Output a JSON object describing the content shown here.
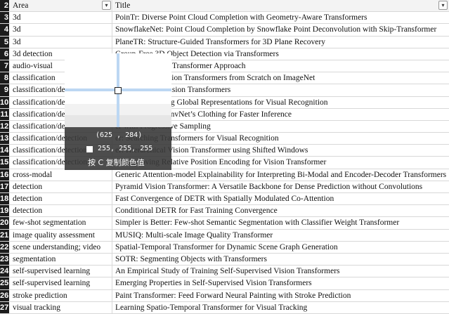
{
  "header": {
    "row_number": "2",
    "area_label": "Area",
    "title_label": "Title",
    "filter_icon": "dropdown-filter-icon"
  },
  "rows": [
    {
      "num": "3",
      "area": "3d",
      "title": "PoinTr: Diverse Point Cloud Completion with Geometry-Aware Transformers"
    },
    {
      "num": "4",
      "area": "3d",
      "title": "SnowflakeNet: Point Cloud Completion by Snowflake Point Deconvolution with Skip-Transformer"
    },
    {
      "num": "5",
      "area": "3d",
      "title": "PlaneTR: Structure-Guided Transformers for 3D Plane Recovery"
    },
    {
      "num": "6",
      "area": "3d detection",
      "title": "Group-Free 3D Object Detection via Transformers"
    },
    {
      "num": "7",
      "area": "audio-visual",
      "title": "An Audio-Visual Transformer Approach"
    },
    {
      "num": "8",
      "area": "classification",
      "title": "ViT: Training Vision Transformers from Scratch on ImageNet"
    },
    {
      "num": "9",
      "area": "classification/de",
      "title": "Dimensions of Vision Transformers"
    },
    {
      "num": "10",
      "area": "classification/de",
      "title": "Features Coupling Global Representations for Visual Recognition"
    },
    {
      "num": "11",
      "area": "classification/de",
      "title": "ransformer in ConvNet’s Clothing for Faster Inference"
    },
    {
      "num": "12",
      "area": "classification/de",
      "title": "er with Progressive Sampling"
    },
    {
      "num": "13",
      "area": "classification/detection",
      "title": "er: Searching Transformers for Visual Recognition"
    },
    {
      "num": "14",
      "area": "classification/detection",
      "title": "er: Hierarchical Vision Transformer using Shifted Windows"
    },
    {
      "num": "15",
      "area": "classification/detection",
      "title": "nd Improving Relative Position Encoding for Vision Transformer"
    },
    {
      "num": "16",
      "area": "cross-modal",
      "title": "Generic Attention-model Explainability for Interpreting Bi-Modal and Encoder-Decoder Transformers"
    },
    {
      "num": "17",
      "area": "detection",
      "title": "Pyramid Vision Transformer: A Versatile Backbone for Dense Prediction without Convolutions"
    },
    {
      "num": "18",
      "area": "detection",
      "title": "Fast Convergence of DETR with Spatially Modulated Co-Attention"
    },
    {
      "num": "19",
      "area": "detection",
      "title": "Conditional DETR for Fast Training Convergence"
    },
    {
      "num": "20",
      "area": "few-shot segmentation",
      "title": "Simpler is Better: Few-shot Semantic Segmentation with Classifier Weight Transformer"
    },
    {
      "num": "21",
      "area": "image quality assessment",
      "title": "MUSIQ: Multi-scale Image Quality Transformer"
    },
    {
      "num": "22",
      "area": "scene understanding; video",
      "title": "Spatial-Temporal Transformer for Dynamic Scene Graph Generation"
    },
    {
      "num": "23",
      "area": "segmentation",
      "title": "SOTR: Segmenting Objects with Transformers"
    },
    {
      "num": "24",
      "area": "self-supervised learning",
      "title": "An Empirical Study of Training Self-Supervised Vision Transformers"
    },
    {
      "num": "25",
      "area": "self-supervised learning",
      "title": "Emerging Properties in Self-Supervised Vision Transformers"
    },
    {
      "num": "26",
      "area": "stroke prediction",
      "title": "Paint Transformer: Feed Forward Neural Painting with Stroke Prediction"
    },
    {
      "num": "27",
      "area": "visual tracking",
      "title": "Learning Spatio-Temporal Transformer for Visual Tracking"
    }
  ],
  "color_picker": {
    "coords": "(625 , 284)",
    "rgb": "255, 255, 255",
    "swatch_color": "#ffffff",
    "copy_hint": "按 C 复制颜色值",
    "icon": "crosshair-icon"
  },
  "colors": {
    "row_number_bg": "#1c1c1c",
    "grid_line": "#d8d8d8",
    "picker_bg": "#3a3a3a",
    "crosshair": "#bcd7f3"
  }
}
